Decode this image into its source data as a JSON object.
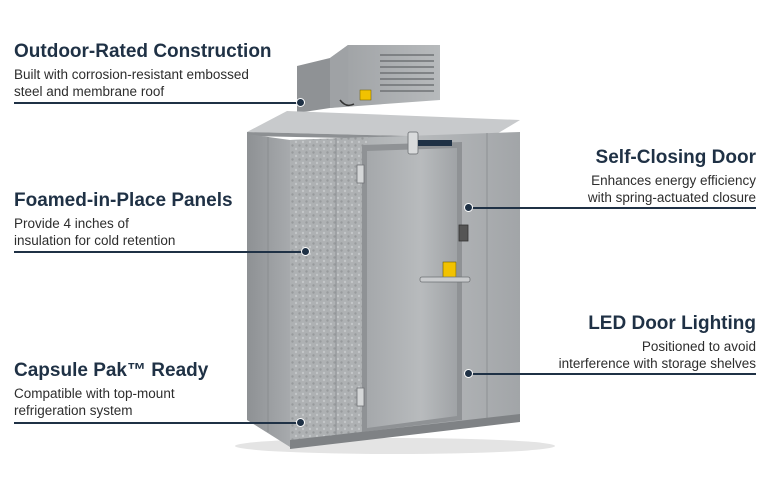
{
  "callouts": {
    "outdoor": {
      "title": "Outdoor-Rated Construction",
      "line1": "Built with corrosion-resistant embossed",
      "line2": "steel and membrane roof"
    },
    "panels": {
      "title": "Foamed-in-Place Panels",
      "line1": "Provide 4 inches of",
      "line2": "insulation for cold retention"
    },
    "capsule": {
      "title": "Capsule Pak™ Ready",
      "line1": "Compatible with top-mount",
      "line2": "refrigeration system"
    },
    "door": {
      "title": "Self-Closing Door",
      "line1": "Enhances energy efficiency",
      "line2": "with spring-actuated closure"
    },
    "led": {
      "title": "LED Door Lighting",
      "line1": "Positioned to avoid",
      "line2": "interference with storage shelves"
    }
  },
  "colors": {
    "heading": "#1f3145",
    "text": "#2d2d2d",
    "steel": "#a9acae",
    "warning_label": "#f2c200"
  }
}
